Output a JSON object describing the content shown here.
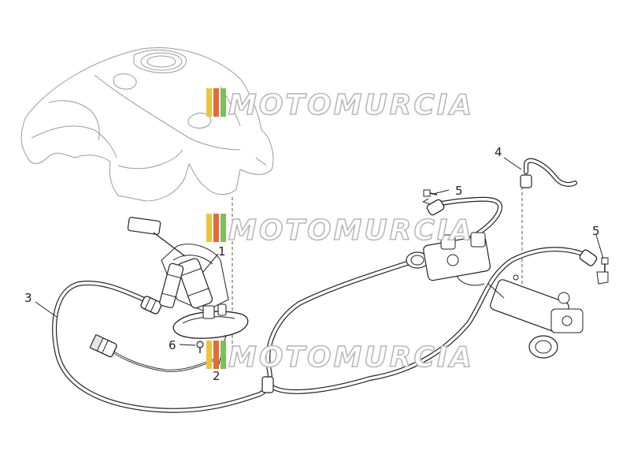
{
  "watermark": {
    "text": "MOTOMURCIA",
    "colors": [
      "#e8c640",
      "#e46a3a",
      "#7cbf5a",
      "#b5b5b5"
    ]
  },
  "callouts": [
    "1",
    "2",
    "3",
    "4",
    "5",
    "5",
    "6"
  ],
  "colors": {
    "line": "#222222",
    "tank_outline": "#9a9a9a",
    "watermark_outline": "#b9b9b9"
  }
}
